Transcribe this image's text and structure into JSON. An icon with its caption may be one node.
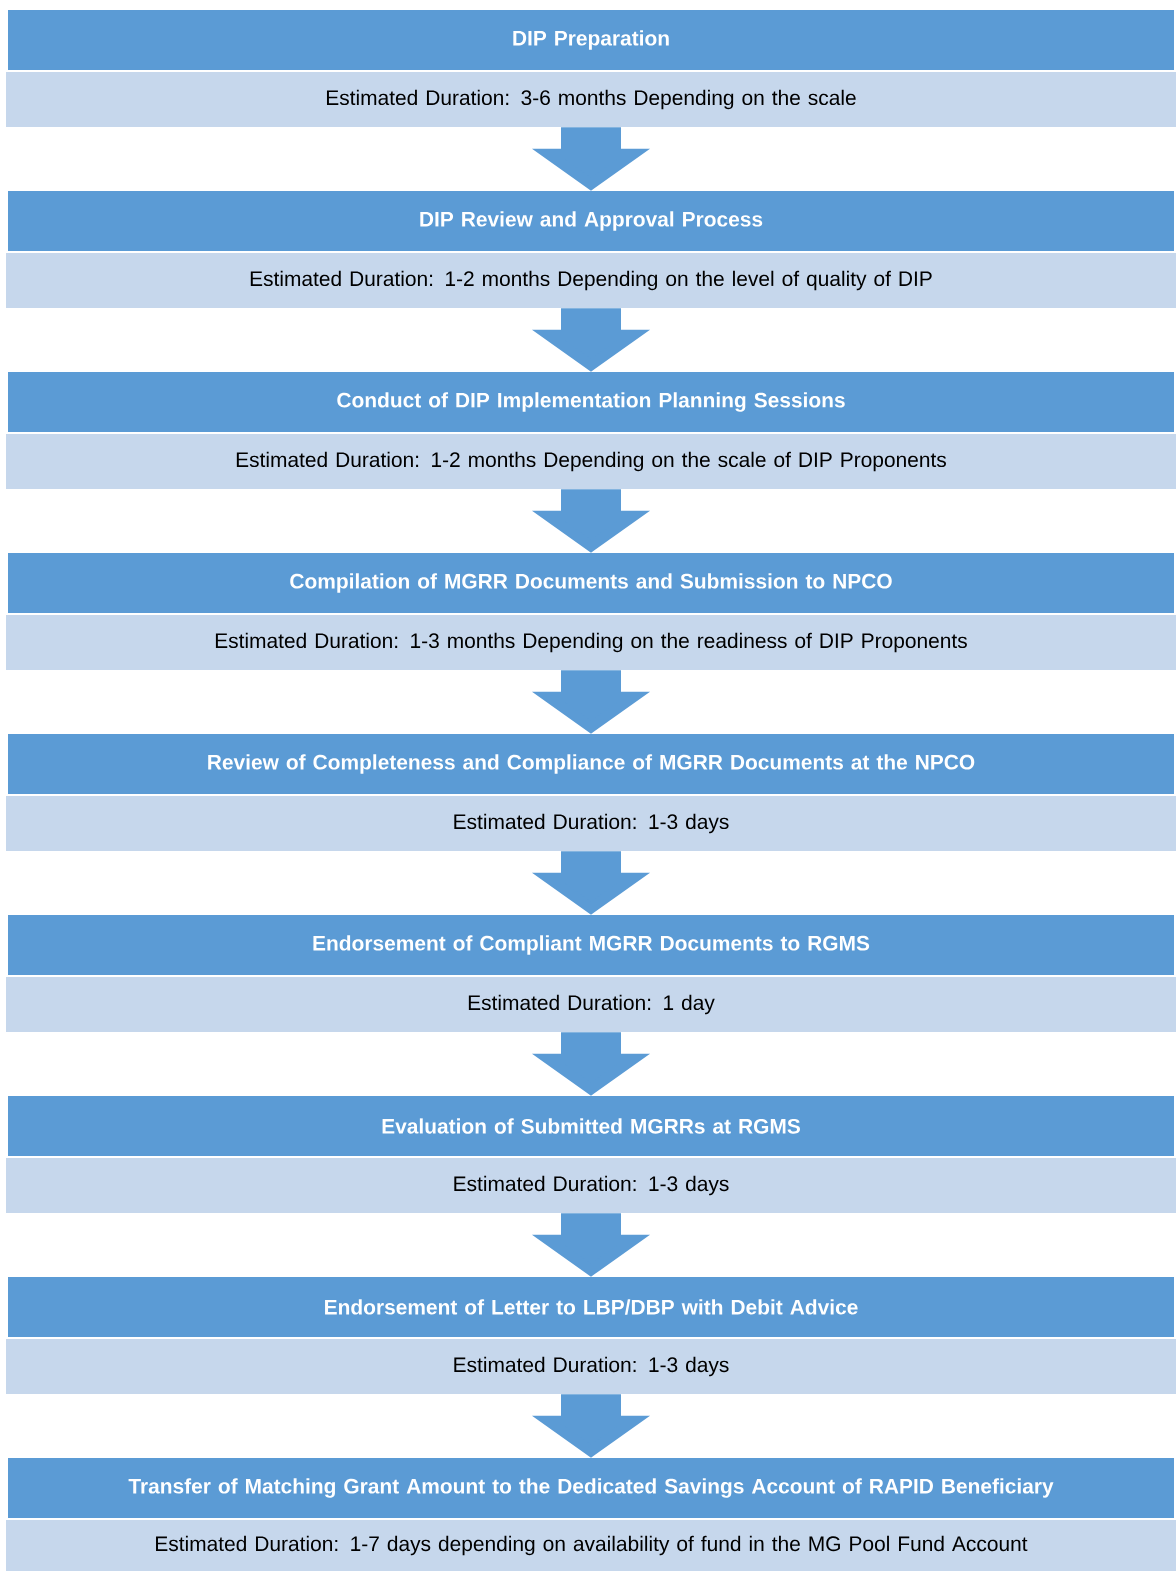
{
  "diagram": {
    "nodes": [
      {
        "text": [
          "DIP Preparation",
          "Estimated Duration: 3-6 months Depending on the scale"
        ]
      },
      {
        "text": [
          "DIP Review and Approval Process",
          "Estimated Duration: 1-2 months Depending on the level of quality of DIP"
        ]
      },
      {
        "text": [
          "Conduct of DIP Implementation Planning Sessions",
          "Estimated Duration: 1-2 months Depending on the scale of DIP Proponents"
        ]
      },
      {
        "text": [
          "Compilation of MGRR Documents and Submission to NPCO",
          "Estimated Duration: 1-3 months Depending on the readiness of DIP Proponents"
        ]
      },
      {
        "text": [
          "Review of Completeness and Compliance of MGRR Documents at the NPCO",
          "Estimated Duration: 1-3 days"
        ]
      },
      {
        "text": [
          "Endorsement of Compliant MGRR Documents to RGMS",
          "Estimated Duration: 1 day"
        ]
      },
      {
        "text": [
          "Evaluation of Submitted MGRRs at RGMS",
          "Estimated Duration: 1-3 days"
        ]
      },
      {
        "text": [
          "Endorsement of Letter to LBP/DBP with Debit Advice",
          "Estimated Duration: 1-3 days"
        ]
      },
      {
        "text": [
          "Transfer of Matching Grant Amount to the Dedicated Savings Account of RAPID Beneficiary",
          "Estimated Duration: 1-7 days depending on availability of fund in the MG Pool Fund Account"
        ]
      }
    ],
    "edges": [
      {
        "from": 0,
        "to": 1,
        "arrow": "to"
      },
      {
        "from": 1,
        "to": 2,
        "arrow": "to"
      },
      {
        "from": 2,
        "to": 3,
        "arrow": "to"
      },
      {
        "from": 3,
        "to": 4,
        "arrow": "to"
      },
      {
        "from": 4,
        "to": 5,
        "arrow": "to"
      },
      {
        "from": 5,
        "to": 6,
        "arrow": "to"
      },
      {
        "from": 6,
        "to": 7,
        "arrow": "to"
      },
      {
        "from": 7,
        "to": 8,
        "arrow": "to"
      }
    ]
  }
}
